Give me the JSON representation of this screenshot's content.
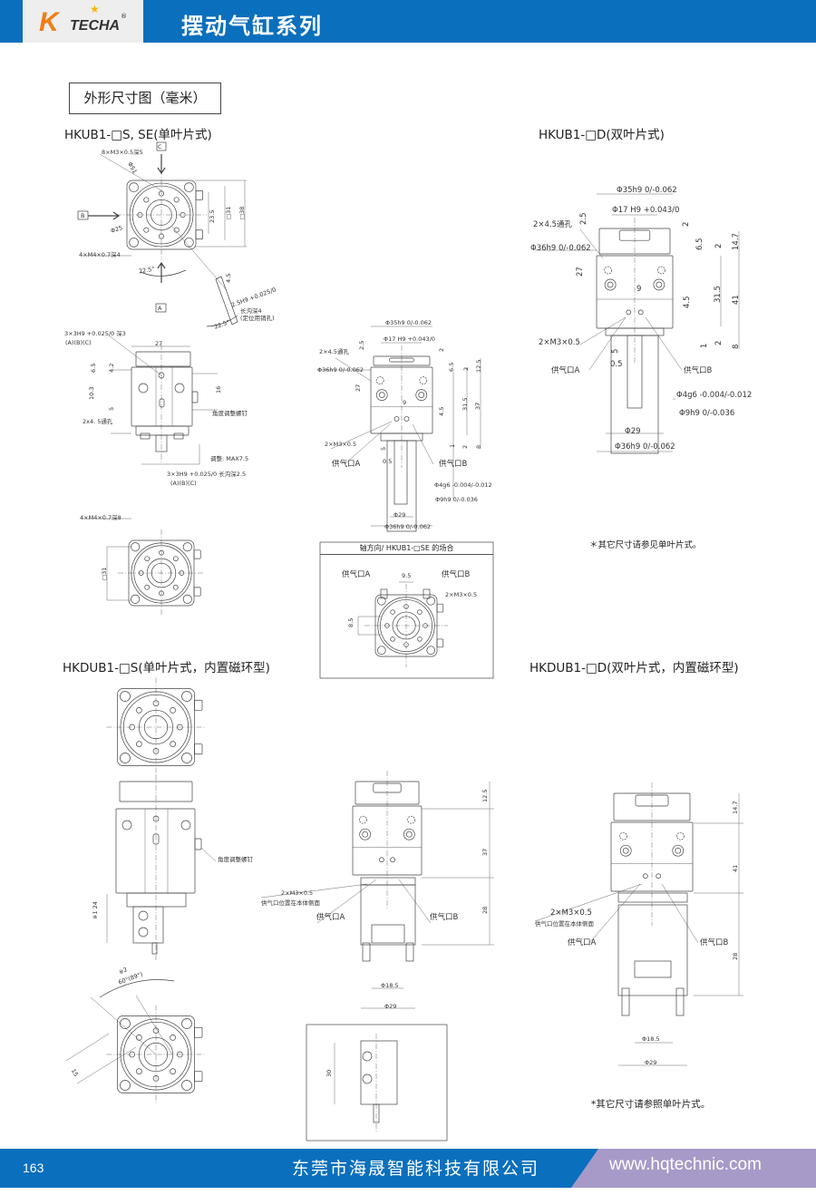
{
  "header": {
    "brand_mark": "K",
    "brand": "TECHA",
    "registered": "®",
    "title": "摆动气缸系列"
  },
  "section_title": "外形尺寸图（毫米）",
  "hkub_s": {
    "title": "HKUB1-□S, SE(单叶片式)",
    "top": [
      "8×M3×0.5深5",
      "C",
      "Φ51",
      "B",
      "Φ25",
      "23.5",
      "□31",
      "□38",
      "4×M4×0.7深4",
      "22.5°",
      "A",
      "4.5",
      "2.5H9 +0.025/0",
      "长沟深4",
      "(定位用销孔)",
      "22.5°"
    ],
    "side": [
      "3×3H9 +0.025/0 深3",
      "(A)(B)(C)",
      "27",
      "6.5",
      "4.2",
      "10.3",
      "5",
      "2x4. 5通孔",
      "16",
      "角度调整螺钉",
      "调整: MAX7.5",
      "3×3H9 +0.025/0 长沟深2.5",
      "(A)(B)(C)"
    ],
    "bottom": [
      "4×M4×0.7深8",
      "□31"
    ]
  },
  "hkub_se_front": [
    "Φ35h9 0/-0.062",
    "Φ17 H9 +0.043/0",
    "2.5",
    "2",
    "2×4.5通孔",
    "Φ36h9 0/-0.062",
    "6.5",
    "2",
    "12.5",
    "27",
    "9",
    "31.5",
    "37",
    "4.5",
    "2×M3×0.5",
    "5",
    "1",
    "2",
    "8",
    "0.5",
    "供气口A",
    "供气口B",
    "Φ4g6 -0.004/-0.012",
    "Φ9h9 0/-0.036",
    "Φ29",
    "Φ36h9 0/-0.062"
  ],
  "axial_box": {
    "title": "轴方向/ HKUB1-□SE 的场合",
    "labels": [
      "供气口A",
      "9.5",
      "供气口B",
      "2×M3×0.5",
      "8.5"
    ]
  },
  "hkub_d": {
    "title": "HKUB1-□D(双叶片式)",
    "labels": [
      "Φ35h9 0/-0.062",
      "Φ17 H9 +0.043/0",
      "2.5",
      "2",
      "2×4.5通孔",
      "Φ36h9 0/-0.062",
      "6.5",
      "2",
      "14.7",
      "27",
      "9",
      "31.5",
      "41",
      "4.5",
      "2×M3×0.5",
      "5",
      "1",
      "2",
      "8",
      "0.5",
      "供气口A",
      "供气口B",
      "Φ4g6 -0.004/-0.012",
      "Φ9h9 0/-0.036",
      "Φ29",
      "Φ36h9 0/-0.062"
    ],
    "note": "＊其它尺寸请参见单叶片式。"
  },
  "hkdub_s": {
    "title": "HKDUB1-□S(单叶片式，内置磁环型)",
    "labels": [
      "角度调整螺钉",
      "※1 24",
      "※2",
      "60°(89°)",
      "15"
    ],
    "front": [
      "12.5",
      "37",
      "28",
      "2×M3×0.5",
      "供气口位置在本体侧面",
      "供气口A",
      "供气口B",
      "Φ18.5",
      "Φ29"
    ],
    "detail": [
      "30"
    ]
  },
  "hkdub_d": {
    "title": "HKDUB1-□D(双叶片式，内置磁环型)",
    "labels": [
      "14.7",
      "41",
      "28",
      "2×M3×0.5",
      "供气口位置在本体侧面",
      "供气口A",
      "供气口B",
      "Φ18.5",
      "Φ29"
    ],
    "note": "*其它尺寸请参照单叶片式。"
  },
  "footer": {
    "page": "163",
    "company": "东莞市海晟智能科技有限公司",
    "website": "www.hqtechnic.com"
  }
}
